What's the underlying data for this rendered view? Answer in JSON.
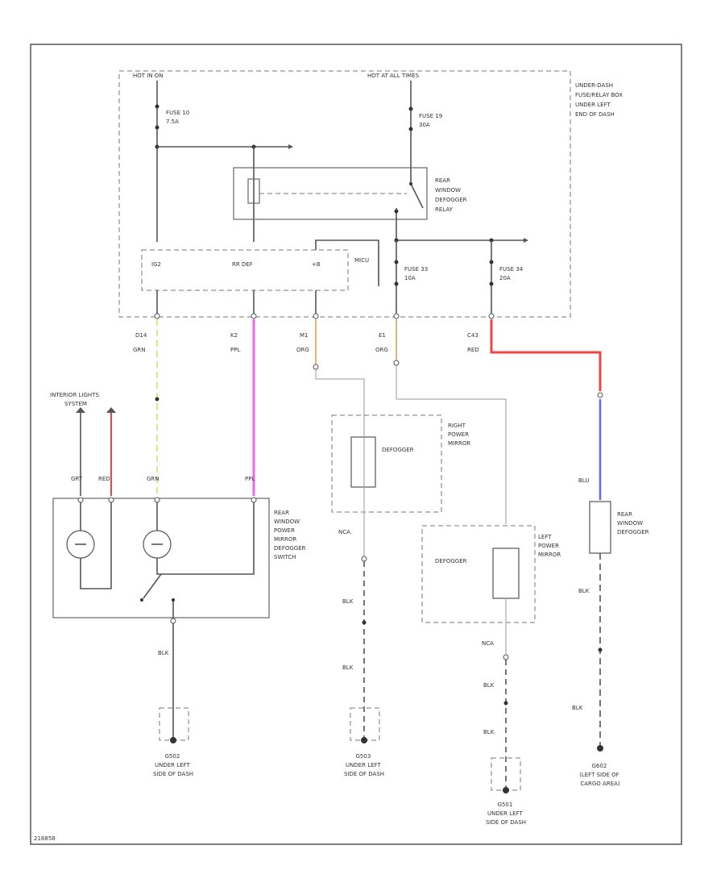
{
  "colors": {
    "wire": "#555555",
    "pink": "#ee66ee",
    "red": "#ee4444",
    "blue": "#6666ee",
    "orange": "#f0b070",
    "yellow": "#dddd66",
    "light": "#cccccc"
  },
  "power": {
    "hot_in_on": "HOT IN ON",
    "hot_all_times": "HOT AT ALL TIMES"
  },
  "fuse_box": {
    "label_lines": [
      "UNDER-DASH",
      "FUSE/RELAY BOX",
      "UNDER LEFT",
      "END OF DASH"
    ]
  },
  "fuses": {
    "f10_lines": [
      "FUSE 10",
      "7.5A"
    ],
    "f19_lines": [
      "FUSE 19",
      "30A"
    ],
    "f33_lines": [
      "FUSE 33",
      "10A"
    ],
    "f34_lines": [
      "FUSE 34",
      "20A"
    ]
  },
  "relay": {
    "label_lines": [
      "REAR",
      "WINDOW",
      "DEFOGGER",
      "RELAY"
    ]
  },
  "mcu": {
    "label": "MICU",
    "pins": [
      "IG2",
      "RR DEF",
      "+B"
    ]
  },
  "connectors": {
    "c1": "D14",
    "c2": "K2",
    "c3": "M1",
    "c4": "E1",
    "c5": "C43"
  },
  "wire_colors": {
    "grn": "GRN",
    "ppl": "PPL",
    "org": "ORG",
    "red": "RED",
    "blu": "BLU",
    "blk": "BLK",
    "grt": "GRT",
    "nca": "NCA"
  },
  "interior_lights_lines": [
    "INTERIOR LIGHTS",
    "SYSTEM"
  ],
  "switch": {
    "label_lines": [
      "REAR",
      "WINDOW",
      "POWER",
      "MIRROR",
      "DEFOGGER",
      "SWITCH"
    ]
  },
  "right_mirror": {
    "label_lines": [
      "RIGHT",
      "POWER",
      "MIRROR"
    ],
    "defogger": "DEFOGGER"
  },
  "left_mirror": {
    "label_lines": [
      "LEFT",
      "POWER",
      "MIRROR"
    ],
    "defogger": "DEFOGGER"
  },
  "rear_defogger": {
    "label_lines": [
      "REAR",
      "WINDOW",
      "DEFOGGER"
    ]
  },
  "grounds": {
    "g1_lines": [
      "G502",
      "UNDER LEFT",
      "SIDE OF DASH"
    ],
    "g2_lines": [
      "G503",
      "UNDER LEFT",
      "SIDE OF DASH"
    ],
    "g3_lines": [
      "G501",
      "UNDER LEFT",
      "SIDE OF DASH"
    ],
    "g4_lines": [
      "G602",
      "(LEFT SIDE OF",
      "CARGO AREA)"
    ]
  },
  "figure_id": "216858"
}
